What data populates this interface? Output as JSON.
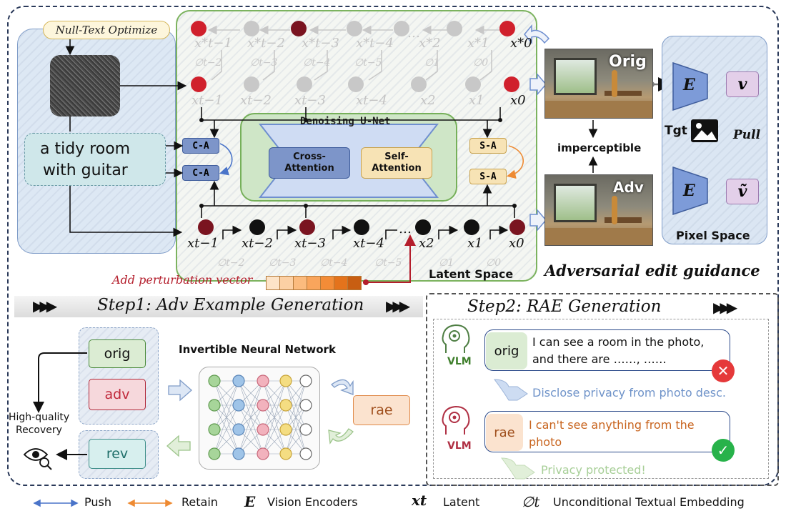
{
  "top": {
    "null_text": "Null-Text Optimize",
    "prompt_line1": "a tidy room",
    "prompt_line2": "with guitar",
    "unet_title": "Denoising U-Net",
    "cross_attention_l1": "Cross-",
    "cross_attention_l2": "Attention",
    "self_attention_l1": "Self-",
    "self_attention_l2": "Attention",
    "ca": "C-A",
    "sa": "S-A",
    "latent_space": "Latent Space",
    "perturbation": "Add perturbation vector",
    "orig": "Orig",
    "adv": "Adv",
    "imperceptible": "imperceptible",
    "pixel_space": "Pixel Space",
    "encoder": "E",
    "v": "v",
    "v_tilde": "ṽ",
    "tgt": "Tgt",
    "pull": "Pull",
    "guidance": "Adversarial edit guidance",
    "row1": [
      "x*t−1",
      "x*t−2",
      "x*t−3",
      "x*t−4",
      "…",
      "x*2",
      "x*1",
      "x*0"
    ],
    "row1_phi": [
      "∅t−2",
      "∅t−3",
      "∅t−4",
      "∅t−5",
      "∅1",
      "∅0"
    ],
    "row2": [
      "xt−1",
      "xt−2",
      "xt−3",
      "xt−4",
      "x2",
      "x1",
      "x0"
    ],
    "row3": [
      "xt−1",
      "xt−2",
      "xt−3",
      "xt−4",
      "…",
      "x2",
      "x1",
      "x0"
    ],
    "row3_phi": [
      "∅t−2",
      "∅t−3",
      "∅t−4",
      "∅t−5",
      "∅1",
      "∅0"
    ]
  },
  "step1": {
    "title": "Step1: Adv Example Generation",
    "orig": "orig",
    "adv": "adv",
    "rev": "rev",
    "rae": "rae",
    "inn": "Invertible Neural Network",
    "hq1": "High-quality",
    "hq2": "Recovery"
  },
  "step2": {
    "title": "Step2: RAE Generation",
    "vlm": "VLM",
    "orig": "orig",
    "rae": "rae",
    "orig_resp": "I can see a room in the photo, and there are ……, ……",
    "disclose": "Disclose privacy from photo desc.",
    "rae_resp": "I can't see anything from the photo",
    "protected": "Privacy protected!"
  },
  "legend": {
    "push": "Push",
    "retain": "Retain",
    "e_sym": "E",
    "vision_encoders": "Vision Encoders",
    "x_sym": "xt",
    "latent": "Latent",
    "phi_sym": "∅t",
    "unconditional": "Unconditional Textual Embedding"
  },
  "colors": {
    "dark_red": "#7a1420",
    "red": "#d0202c",
    "gray_node": "#c8c8c8",
    "green_panel": "#d9ecd3",
    "blue_panel": "#dbe6f3",
    "ca_fill": "#7d95c9",
    "sa_fill": "#f7e3b5",
    "push": "#4a74c9",
    "retain": "#ee8a32"
  }
}
